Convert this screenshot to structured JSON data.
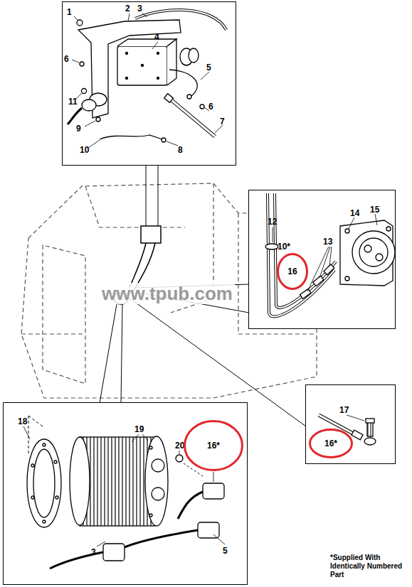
{
  "diagram": {
    "nodes": [
      {
        "text": [
          "1",
          "2",
          "3",
          "4",
          "5",
          "6",
          "6",
          "7",
          "8",
          "9",
          "10",
          "11"
        ]
      },
      {
        "text": [
          "12",
          "10*",
          "13",
          "14",
          "15"
        ]
      },
      {
        "text": [
          "16"
        ],
        "in": 1
      },
      {
        "text": [
          "18",
          "19",
          "20",
          "3",
          "5"
        ]
      },
      {
        "text": [
          "16*"
        ],
        "in": 3
      },
      {
        "text": [
          "17"
        ]
      },
      {
        "text": [
          "16*"
        ],
        "in": 5
      }
    ],
    "labels": [
      "www.tpub.com",
      "*Supplied With Identically Numbered Part"
    ]
  }
}
